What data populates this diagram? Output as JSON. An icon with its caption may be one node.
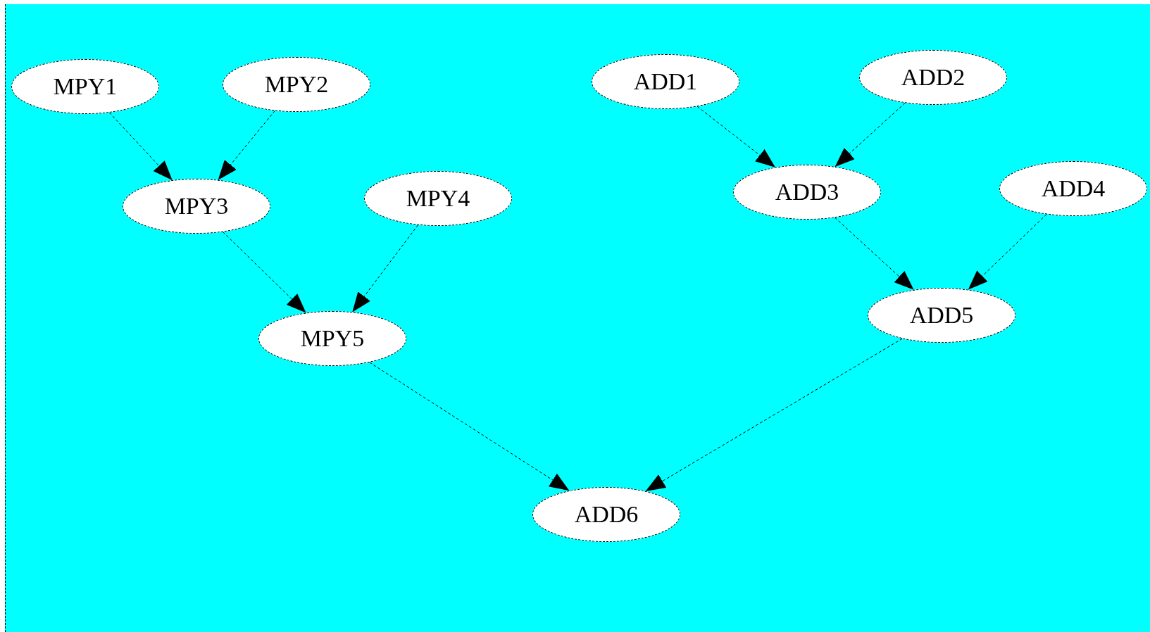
{
  "diagram": {
    "nodes": [
      {
        "text": [
          "MPY1"
        ]
      },
      {
        "text": [
          "MPY2"
        ]
      },
      {
        "text": [
          "MPY3"
        ]
      },
      {
        "text": [
          "MPY4"
        ]
      },
      {
        "text": [
          "MPY5"
        ]
      },
      {
        "text": [
          "ADD1"
        ]
      },
      {
        "text": [
          "ADD2"
        ]
      },
      {
        "text": [
          "ADD3"
        ]
      },
      {
        "text": [
          "ADD4"
        ]
      },
      {
        "text": [
          "ADD5"
        ]
      },
      {
        "text": [
          "ADD6"
        ]
      }
    ],
    "edges": [
      {
        "from": 0,
        "to": 2,
        "arrow": "to",
        "style": "dashed"
      },
      {
        "from": 1,
        "to": 2,
        "arrow": "to",
        "style": "dashed"
      },
      {
        "from": 2,
        "to": 4,
        "arrow": "to",
        "style": "dashed"
      },
      {
        "from": 3,
        "to": 4,
        "arrow": "to",
        "style": "dashed"
      },
      {
        "from": 5,
        "to": 7,
        "arrow": "to",
        "style": "dashed"
      },
      {
        "from": 6,
        "to": 7,
        "arrow": "to",
        "style": "dashed"
      },
      {
        "from": 7,
        "to": 9,
        "arrow": "to",
        "style": "dashed"
      },
      {
        "from": 8,
        "to": 9,
        "arrow": "to",
        "style": "dashed"
      },
      {
        "from": 4,
        "to": 10,
        "arrow": "to",
        "style": "dashed"
      },
      {
        "from": 9,
        "to": 10,
        "arrow": "to",
        "style": "dashed"
      }
    ]
  }
}
